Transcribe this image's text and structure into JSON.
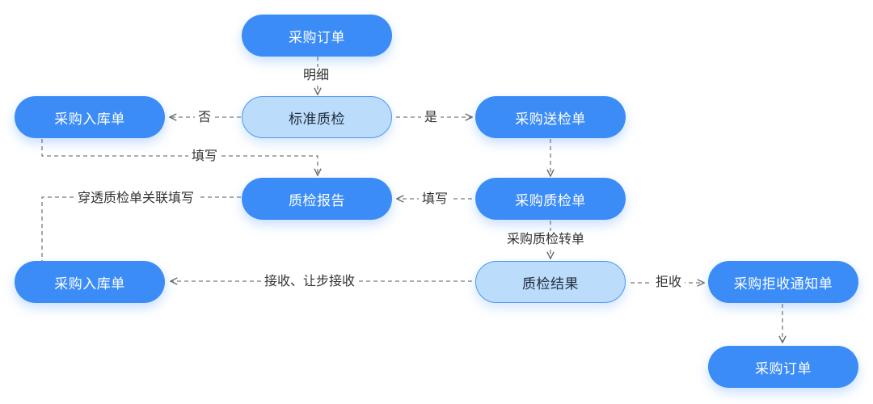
{
  "nodes": {
    "po_top": "采购订单",
    "std_qc": "标准质检",
    "stock_in_1": "采购入库单",
    "send_inspection": "采购送检单",
    "qc_report": "质检报告",
    "purchase_qc": "采购质检单",
    "stock_in_2": "采购入库单",
    "qc_result": "质检结果",
    "reject_notice": "采购拒收通知单",
    "po_bottom": "采购订单"
  },
  "edge_labels": {
    "detail": "明细",
    "no": "否",
    "yes": "是",
    "fill_1": "填写",
    "fill_2": "填写",
    "penetrate": "穿透质检单关联填写",
    "transfer": "采购质检转单",
    "accept": "接收、让步接收",
    "reject": "拒收"
  },
  "colors": {
    "primary_node": "#3b8cf7",
    "light_node": "#bcdcfb",
    "edge": "#6f6f6f"
  }
}
